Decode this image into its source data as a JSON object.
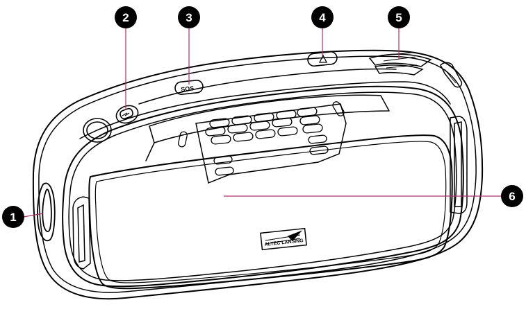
{
  "diagram": {
    "callouts": [
      {
        "id": "1",
        "part": "side-port"
      },
      {
        "id": "2",
        "part": "flashlight-button"
      },
      {
        "id": "3",
        "part": "sos-button"
      },
      {
        "id": "4",
        "part": "warning-button"
      },
      {
        "id": "5",
        "part": "carry-strap-clip"
      },
      {
        "id": "6",
        "part": "front-grille"
      }
    ],
    "button_labels": {
      "sos": "SOS"
    },
    "logo_text": "ALTEC LANSING",
    "colors": {
      "line": "#000000",
      "leader": "#b0306a",
      "badge": "#000000"
    }
  }
}
